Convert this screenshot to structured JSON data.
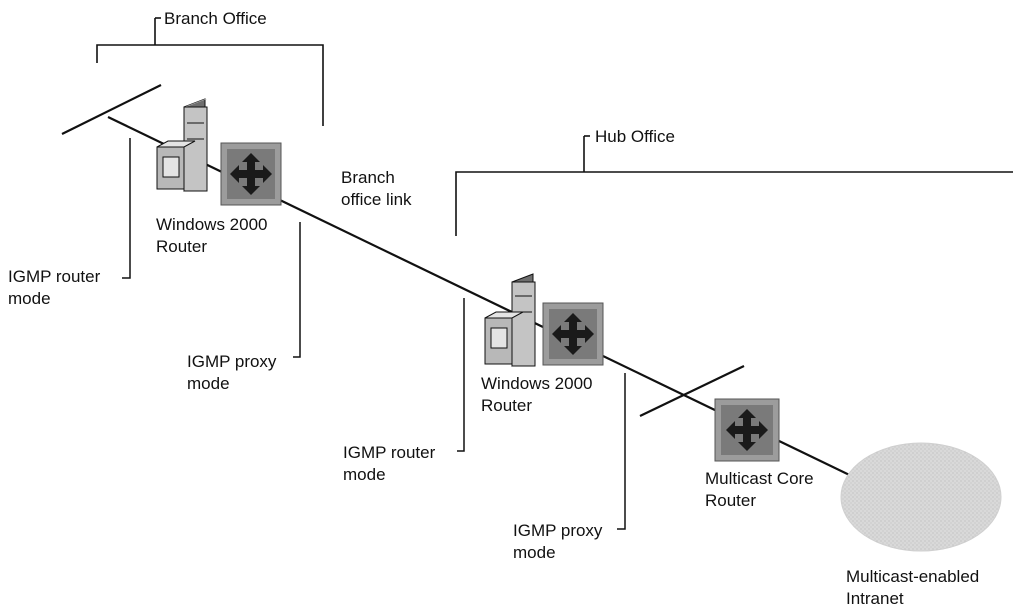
{
  "groups": {
    "branch_office": "Branch Office",
    "hub_office": "Hub Office"
  },
  "branch_link": [
    "Branch",
    "office link"
  ],
  "branch_router": [
    "Windows 2000",
    "Router"
  ],
  "hub_router": [
    "Windows 2000",
    "Router"
  ],
  "core_router": [
    "Multicast Core",
    "Router"
  ],
  "intranet": [
    "Multicast-enabled",
    "Intranet"
  ],
  "modes": {
    "branch_igmp_router": [
      "IGMP router",
      "mode"
    ],
    "branch_igmp_proxy": [
      "IGMP proxy",
      "mode"
    ],
    "hub_igmp_router": [
      "IGMP router",
      "mode"
    ],
    "hub_igmp_proxy": [
      "IGMP proxy",
      "mode"
    ]
  },
  "colors": {
    "line": "#111111",
    "router_box": "#9c9c9c",
    "router_arrows": "#1a1a1a",
    "server_light": "#e4e4e4",
    "server_mid": "#b8b8b8",
    "server_dark": "#6e6e6e",
    "cloud": "#d6d6d6"
  },
  "icons": [
    "server-icon",
    "router-icon",
    "network-cloud-icon"
  ]
}
